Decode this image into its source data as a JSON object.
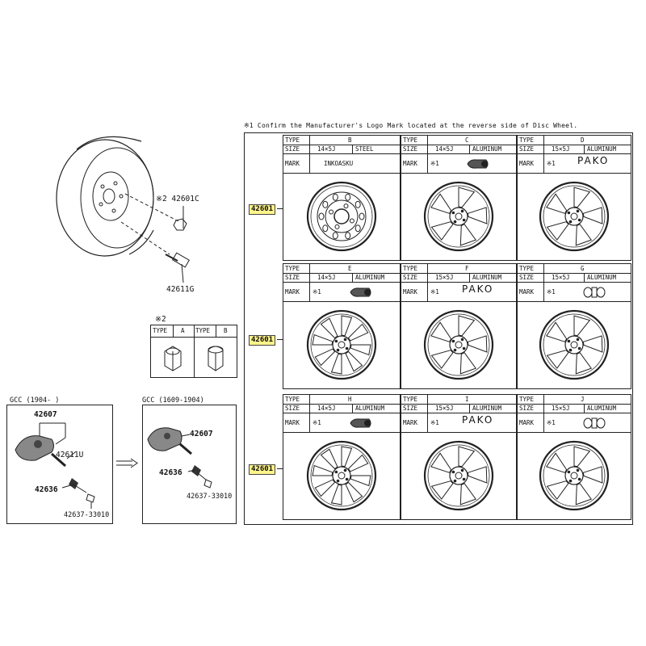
{
  "note": "※1  Confirm the Manufacturer's Logo Mark located at the reverse side of Disc Wheel.",
  "main_diagram": {
    "nut_label": "※2 42601C",
    "valve_label": "42611G"
  },
  "part_labels": [
    "42601",
    "42601",
    "42601"
  ],
  "nut_types": {
    "title": "※2",
    "type_label": "TYPE",
    "type_a": "A",
    "type_b": "B"
  },
  "gcc_old": {
    "title": "GCC (1904-     )",
    "part_42607": "42607",
    "part_42611u": "42611U",
    "part_42636": "42636",
    "part_42637": "42637-33010"
  },
  "gcc_new": {
    "title": "GCC (1609-1904)",
    "part_42607": "42607",
    "part_42636": "42636",
    "part_42637": "42637-33010"
  },
  "labels": {
    "type": "TYPE",
    "size": "SIZE",
    "mark": "MARK",
    "ref": "※1"
  },
  "wheels": [
    {
      "type": "B",
      "size": "14×5J",
      "material": "STEEL",
      "mark": "INKOASKU",
      "mark_kind": "text"
    },
    {
      "type": "C",
      "size": "14×5J",
      "material": "ALUMINUM",
      "mark": "",
      "mark_kind": "logo-c"
    },
    {
      "type": "D",
      "size": "15×5J",
      "material": "ALUMINUM",
      "mark": "PAKO",
      "mark_kind": "pako"
    },
    {
      "type": "E",
      "size": "14×5J",
      "material": "ALUMINUM",
      "mark": "",
      "mark_kind": "logo-c"
    },
    {
      "type": "F",
      "size": "15×5J",
      "material": "ALUMINUM",
      "mark": "PAKO",
      "mark_kind": "pako"
    },
    {
      "type": "G",
      "size": "15×5J",
      "material": "ALUMINUM",
      "mark": "",
      "mark_kind": "logo-g"
    },
    {
      "type": "H",
      "size": "14×5J",
      "material": "ALUMINUM",
      "mark": "",
      "mark_kind": "logo-c"
    },
    {
      "type": "I",
      "size": "15×5J",
      "material": "ALUMINUM",
      "mark": "PAKO",
      "mark_kind": "pako"
    },
    {
      "type": "J",
      "size": "15×5J",
      "material": "ALUMINUM",
      "mark": "",
      "mark_kind": "logo-g"
    }
  ],
  "colors": {
    "highlight": "#fff48a",
    "line": "#222222"
  }
}
